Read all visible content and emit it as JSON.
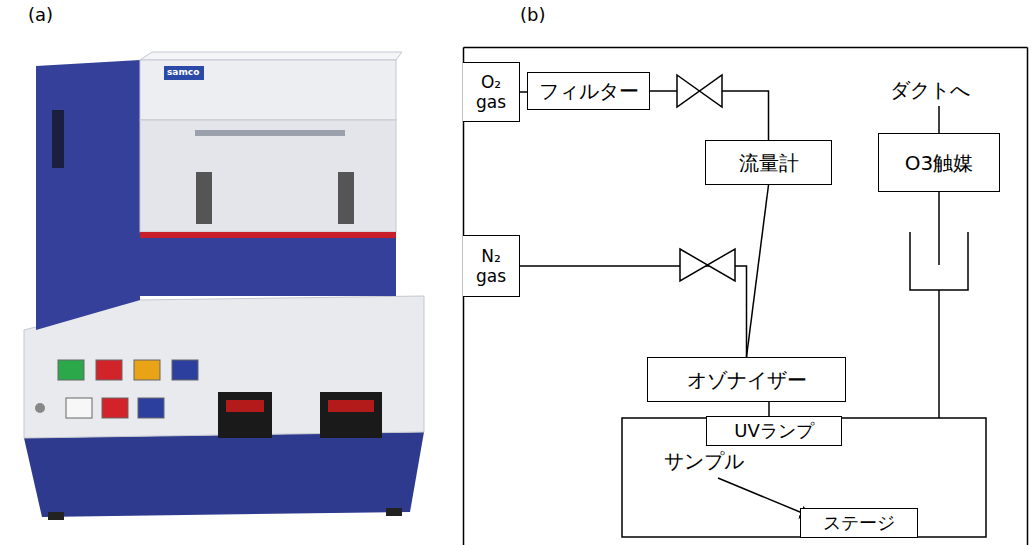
{
  "diagram": {
    "nodes": [
      {
        "text": [
          "O₂ gas"
        ]
      },
      {
        "text": [
          "フィルター"
        ]
      },
      {
        "text": [
          "流量計"
        ]
      },
      {
        "text": [
          "O3触媒"
        ]
      },
      {
        "text": [
          "N₂ gas"
        ]
      },
      {
        "text": [
          "オゾナイザー"
        ]
      },
      {
        "text": [
          "UVランプ"
        ]
      },
      {
        "text": [
          "ステージ"
        ]
      }
    ],
    "edges": [
      {
        "from": 0,
        "to": 1,
        "arrow": "none"
      },
      {
        "from": 1,
        "to": 2,
        "arrow": "none"
      },
      {
        "from": 4,
        "to": 5,
        "arrow": "none"
      },
      {
        "from": 2,
        "to": 5,
        "arrow": "none"
      }
    ],
    "labels": [
      "(a)",
      "samco",
      "(b)",
      "ダクトへ",
      "サンプル"
    ]
  }
}
